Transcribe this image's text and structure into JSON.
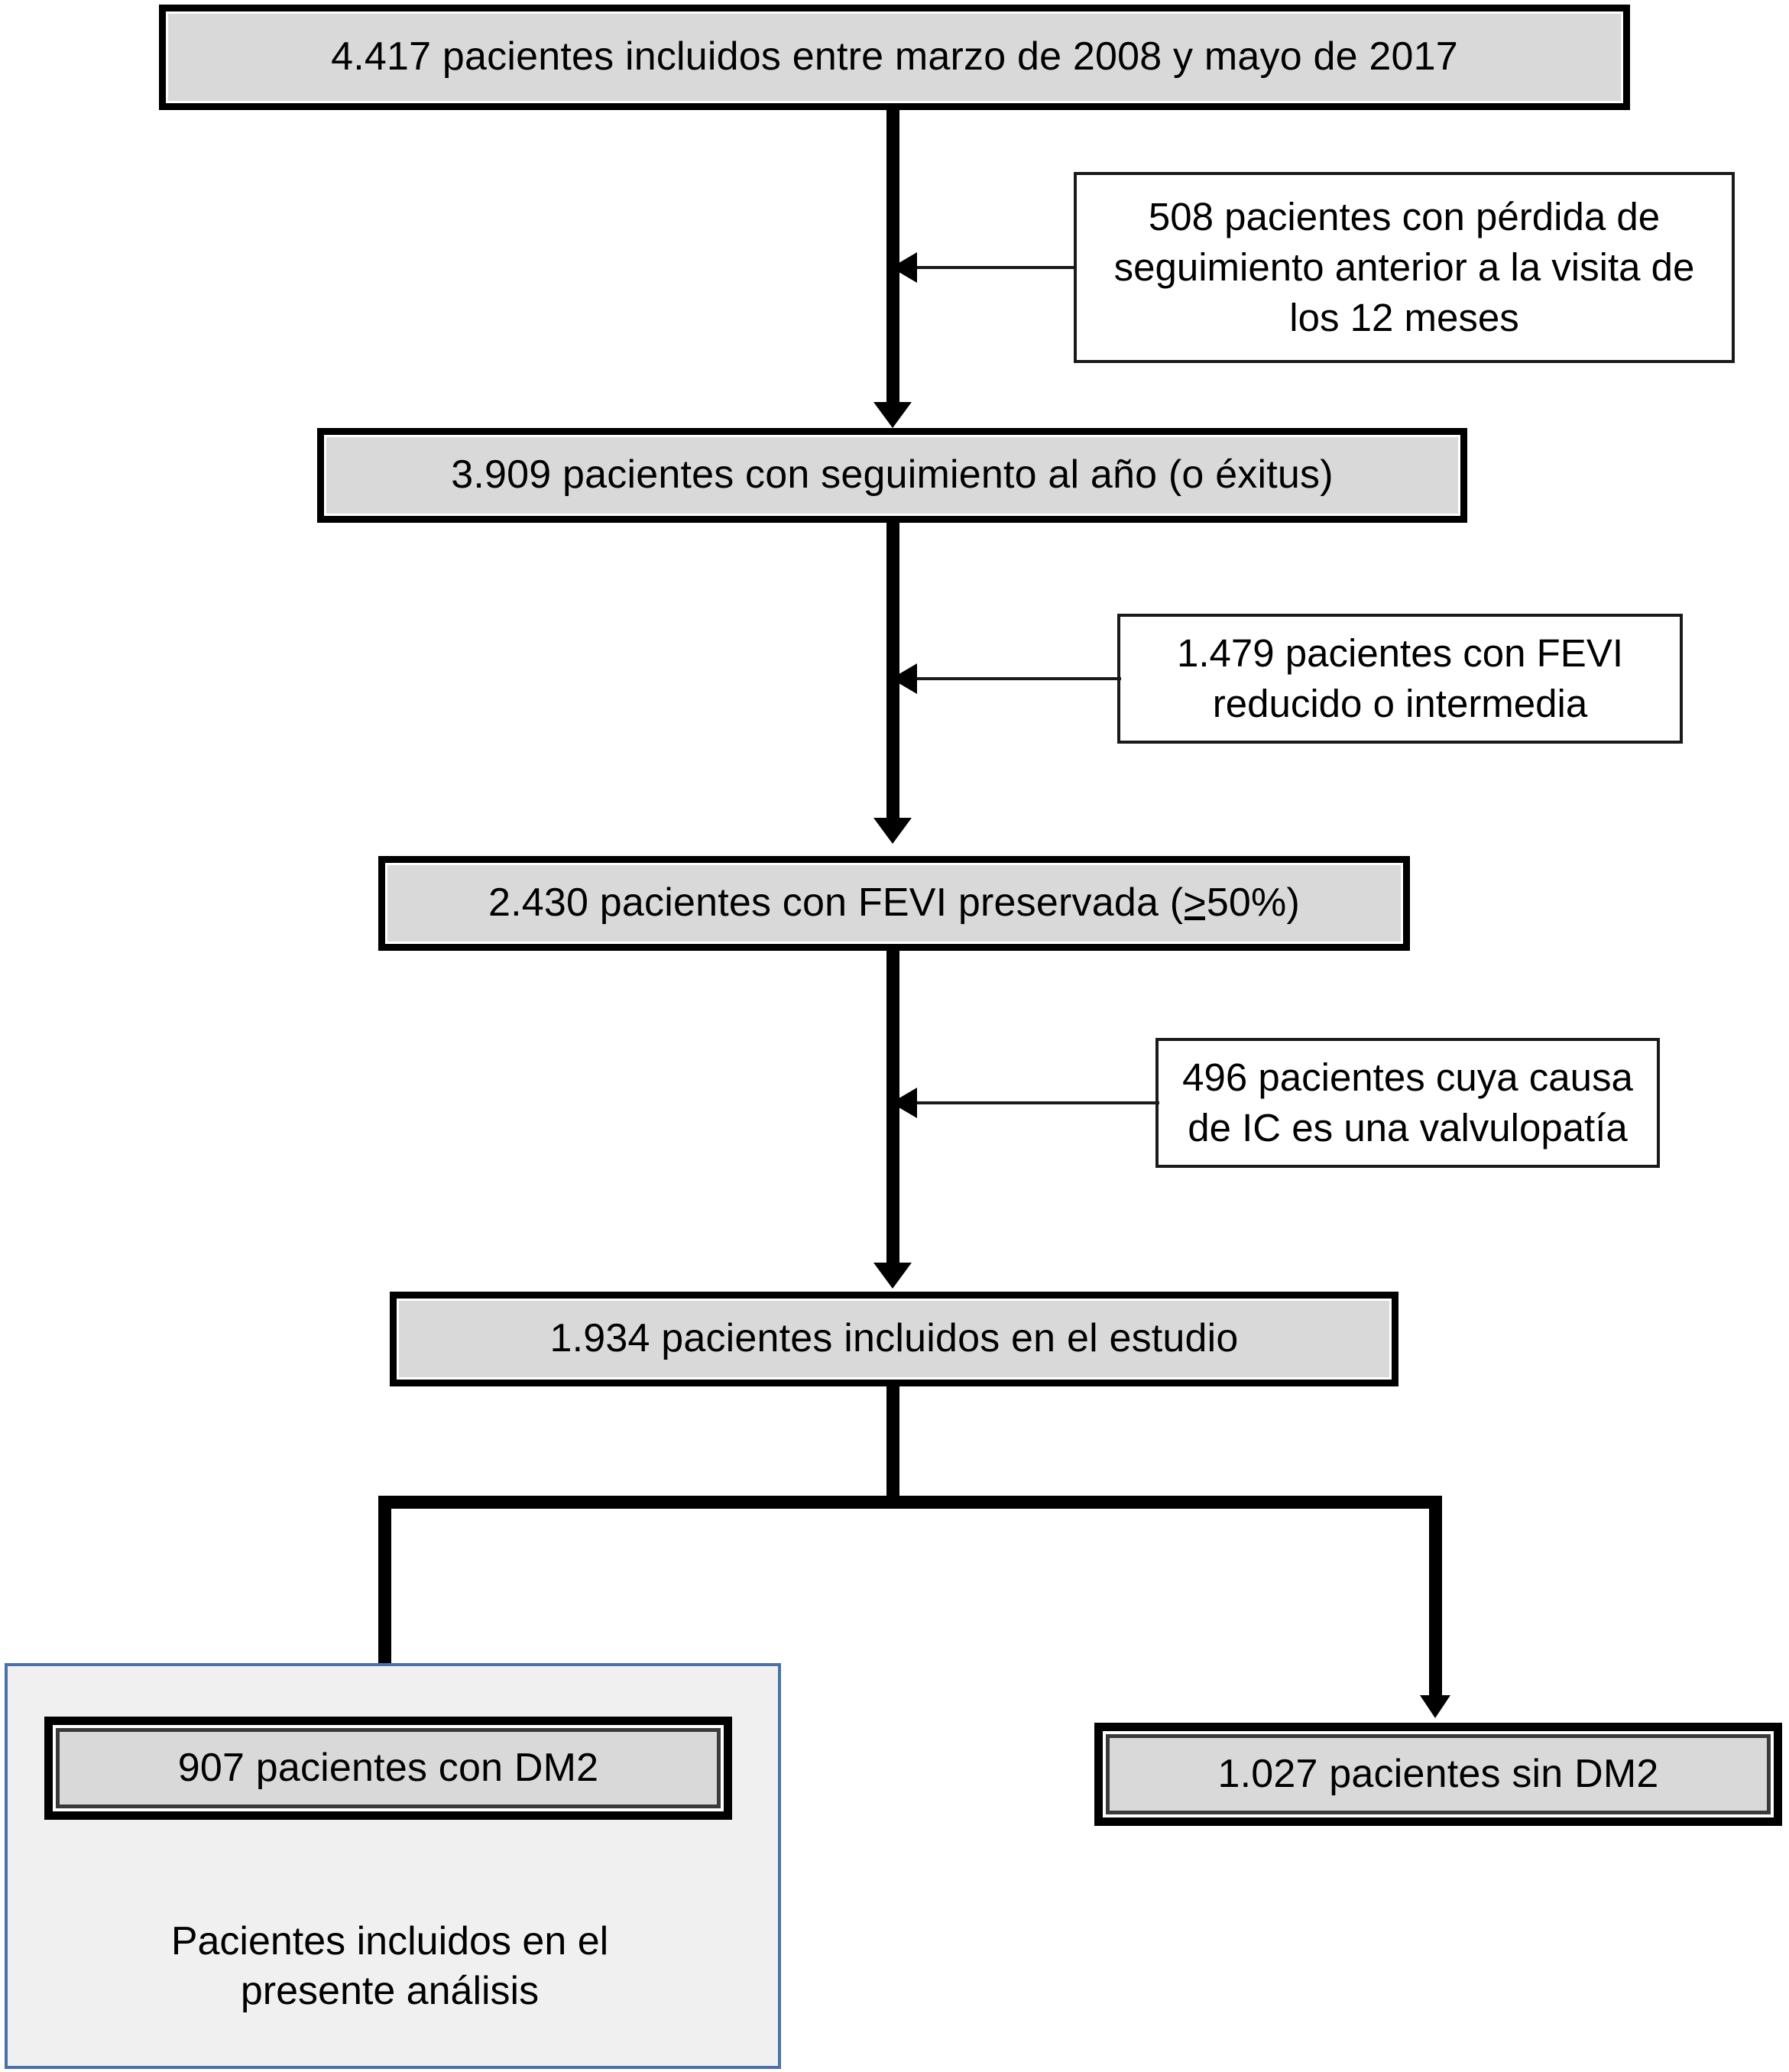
{
  "figure": {
    "type": "flowchart",
    "title": "Diagrama de flujo de selección de pacientes",
    "colors": {
      "box_fill": "#d9d9d9",
      "box_border": "#000000",
      "sidebox_fill": "#ffffff",
      "sidebox_border": "#1a1a1a",
      "panel_fill": "#f0f0f0",
      "panel_border": "#4a72a8",
      "connector": "#000000"
    }
  },
  "nodes": {
    "enrolled": {
      "id": "enrolled",
      "label": "4.417 pacientes incluidos entre marzo de 2008 y mayo de 2017",
      "count": 4417,
      "style": "shaded"
    },
    "followed": {
      "id": "followed",
      "label": "3.909 pacientes con seguimiento al año (o éxitus)",
      "count": 3909,
      "style": "shaded"
    },
    "preserved_prefix": "2.430 pacientes con FEVI preservada (",
    "preserved_geq": ">",
    "preserved_suffix": "50%)",
    "preserved": {
      "id": "preserved",
      "label": "2.430 pacientes con FEVI preservada (≥50%)",
      "count": 2430,
      "style": "shaded"
    },
    "included": {
      "id": "included",
      "label": "1.934 pacientes incluidos en el estudio",
      "count": 1934,
      "style": "shaded"
    },
    "with_dm2": {
      "id": "with-dm2",
      "label": "907 pacientes con DM2",
      "count": 907,
      "style": "shaded-double"
    },
    "without_dm2": {
      "id": "without-dm2",
      "label": "1.027 pacientes sin DM2",
      "count": 1027,
      "style": "shaded-double"
    }
  },
  "exclusions": [
    {
      "id": "lost-followup",
      "line1": "508 pacientes con pérdida de",
      "line2": "seguimiento anterior a la visita de",
      "line3": "los 12 meses",
      "label": "508 pacientes con pérdida de seguimiento anterior a la visita de los 12 meses",
      "count": 508
    },
    {
      "id": "reduced-lvef",
      "line1": "1.479 pacientes con FEVI",
      "line2": "reducido o intermedia",
      "line3": "",
      "label": "1.479 pacientes con FEVI reducido o intermedia",
      "count": 1479
    },
    {
      "id": "valvular-hf",
      "line1": "496 pacientes cuya causa",
      "line2": "de IC es una valvulopatía",
      "line3": "",
      "label": "496 pacientes cuya causa de IC es una valvulopatía",
      "count": 496
    }
  ],
  "panel": {
    "id": "present-analysis-panel",
    "caption_line1": "Pacientes incluidos en el",
    "caption_line2": "presente análisis",
    "caption": "Pacientes incluidos en el presente análisis"
  }
}
